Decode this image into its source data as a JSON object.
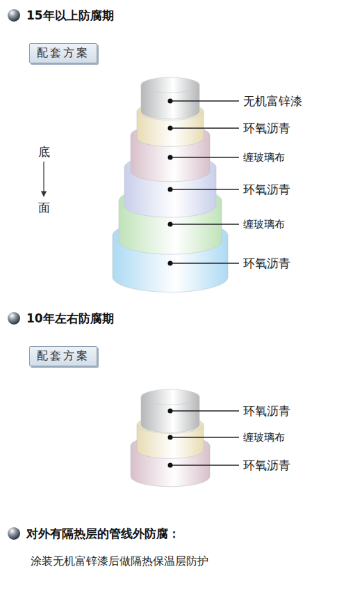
{
  "diagram": {
    "nodes": [
      {
        "text": [
          "配套方案"
        ]
      },
      {
        "text": [
          "配套方案"
        ]
      }
    ],
    "labels": [
      "15年以上防腐期",
      "无机富锌漆",
      "环氧沥青",
      "缠玻璃布",
      "环氧沥青",
      "缠玻璃布",
      "环氧沥青",
      "底",
      "面",
      "10年左右防腐期",
      "环氧沥青",
      "缠玻璃布",
      "环氧沥青",
      "对外有隔热层的管线外防腐：",
      "涂装无机富锌漆后做隔热保温层防护"
    ]
  }
}
